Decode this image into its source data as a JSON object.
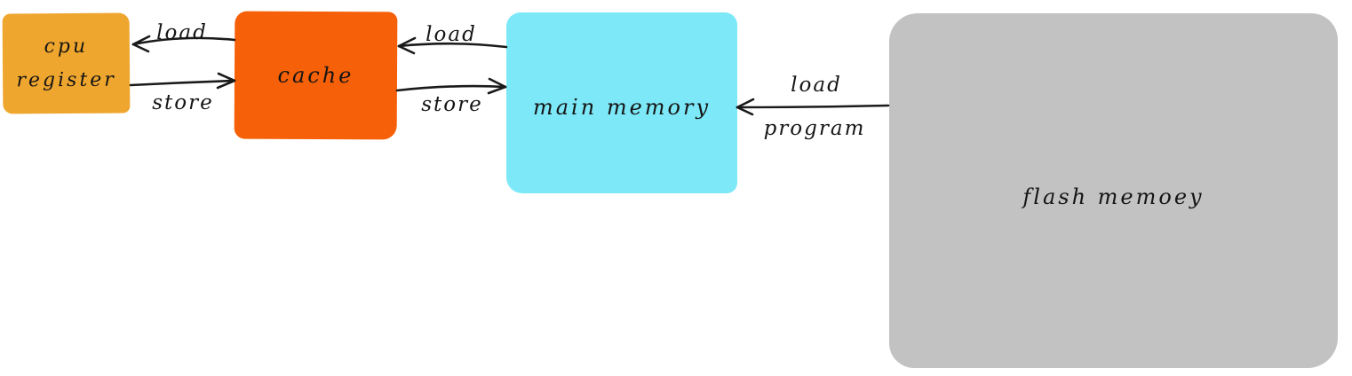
{
  "diagram": {
    "type": "memory-hierarchy-flow-diagram",
    "style": "hand-drawn sketch",
    "background_color": "#ffffff",
    "stroke_color": "#1a1a1a",
    "nodes": [
      {
        "id": "cpu-register",
        "label": "cpu register",
        "line1": "cpu",
        "line2": "register",
        "fill": "#efa62e"
      },
      {
        "id": "cache",
        "label": "cache",
        "fill": "#f56008"
      },
      {
        "id": "main-memory",
        "label": "main memory",
        "fill": "#7de9f8"
      },
      {
        "id": "flash-memory",
        "label": "flash memoey",
        "fill": "#c2c2c2"
      }
    ],
    "edges": [
      {
        "id": "load-cache-to-cpu",
        "label": "load",
        "from": "cache",
        "to": "cpu register",
        "arrow_direction": "left"
      },
      {
        "id": "store-cpu-to-cache",
        "label": "store",
        "from": "cpu register",
        "to": "cache",
        "arrow_direction": "right"
      },
      {
        "id": "load-mainmem-to-cache",
        "label": "load",
        "from": "main memory",
        "to": "cache",
        "arrow_direction": "left"
      },
      {
        "id": "store-cache-to-mainmem",
        "label": "store",
        "from": "cache",
        "to": "main memory",
        "arrow_direction": "right"
      },
      {
        "id": "load-program-flash-to-mainmem",
        "label": "load program",
        "label_line1": "load",
        "label_line2": "program",
        "from": "flash memoey",
        "to": "main memory",
        "arrow_direction": "left"
      }
    ]
  }
}
